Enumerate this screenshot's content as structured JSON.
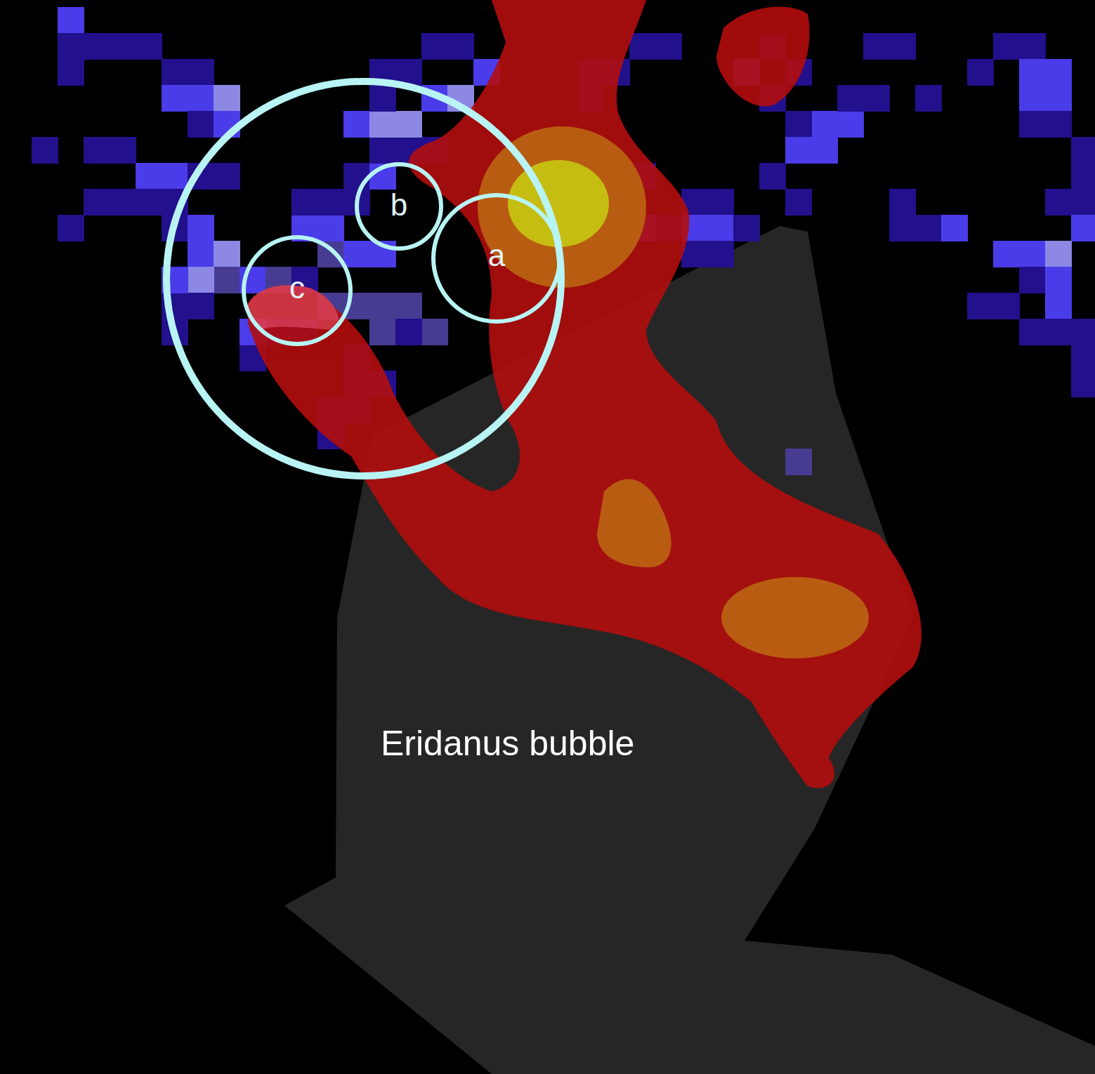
{
  "diagram": {
    "nodes": [
      {
        "text": [
          "b"
        ]
      },
      {
        "text": [
          "a"
        ]
      },
      {
        "text": [
          "c"
        ]
      },
      {
        "text": [
          "Eridanus bubble"
        ]
      }
    ]
  }
}
